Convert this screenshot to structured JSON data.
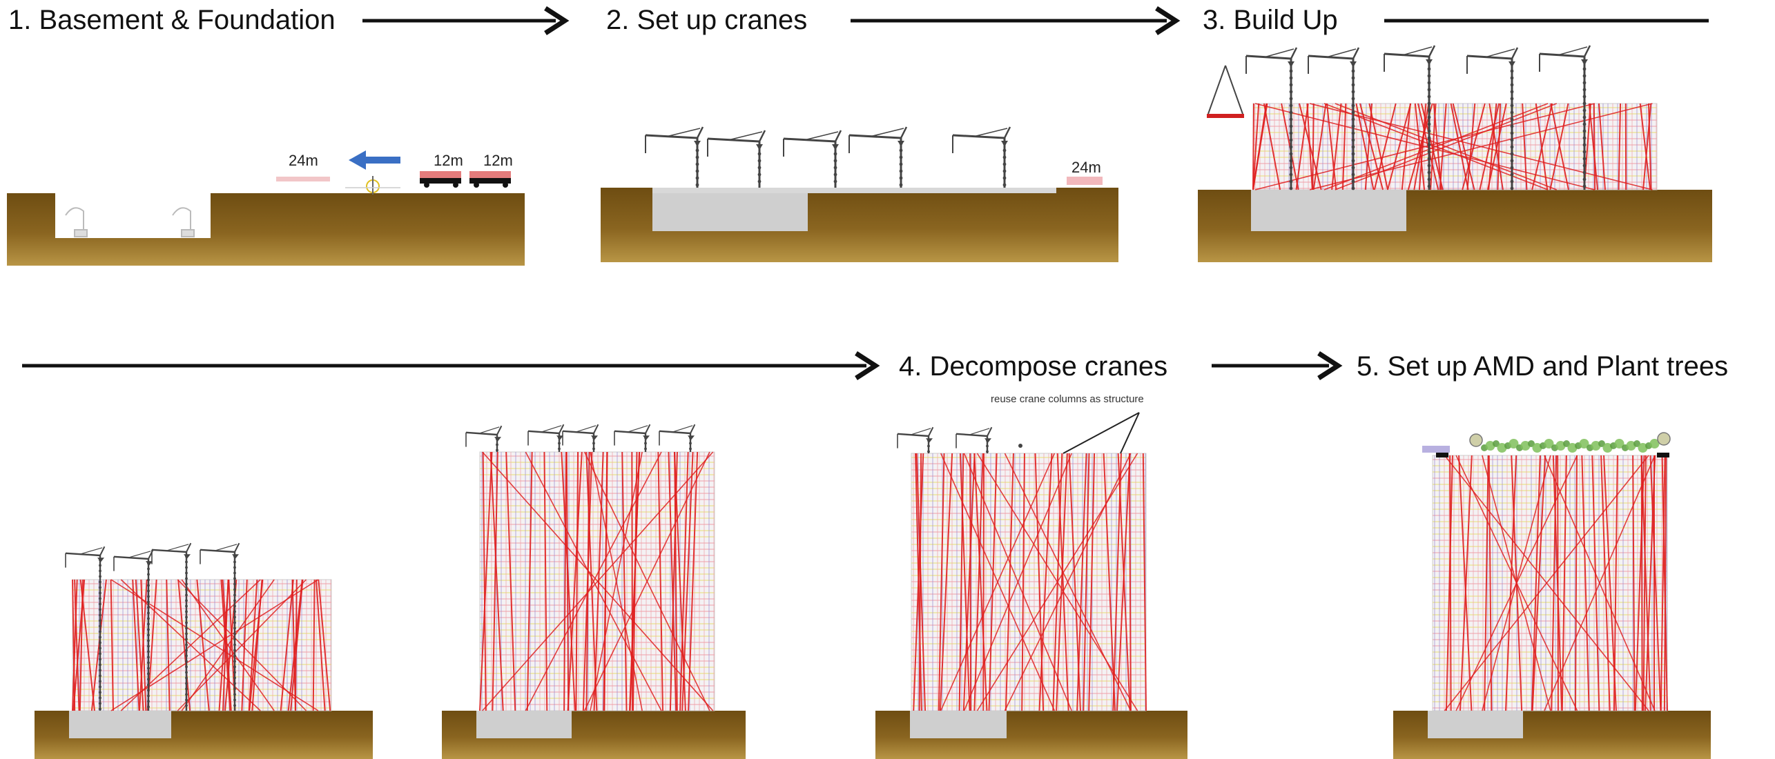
{
  "steps": [
    {
      "label": "1. Basement & Foundation"
    },
    {
      "label": "2.  Set up cranes"
    },
    {
      "label": "3.  Build Up"
    },
    {
      "label": "4.  Decompose cranes"
    },
    {
      "label": "5.  Set up AMD and Plant trees"
    }
  ],
  "step1": {
    "dim_left": "24m",
    "dim_mid": "12m",
    "dim_right": "12m"
  },
  "step2": {
    "dim": "24m"
  },
  "step4": {
    "annotation": "reuse crane columns as structure"
  },
  "colors": {
    "ground": "#8a6520",
    "ground_light": "#b38a3c",
    "basement": "#cfcfcf",
    "red_line": "#e02020",
    "pink_line": "#f0a0a8",
    "yellow_line": "#e8e070",
    "purple_line": "#9a8ad0",
    "crane": "#444444",
    "blue_arrow": "#3a6fc4",
    "text": "#111111"
  }
}
